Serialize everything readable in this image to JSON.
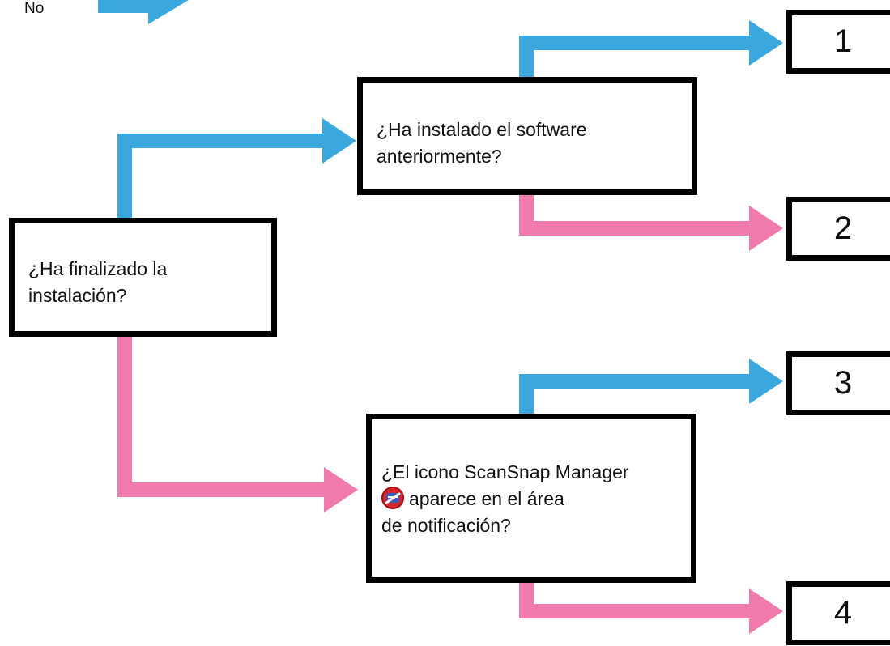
{
  "legend": {
    "no_label": "No",
    "no_color": "#3aa8df"
  },
  "colors": {
    "yes_path": "#f07aac",
    "no_path": "#3aa8df"
  },
  "boxes": {
    "finalizado": {
      "line1": "¿Ha finalizado la",
      "line2": "instalación?"
    },
    "instalado": {
      "line1": "¿Ha instalado el software",
      "line2": "anteriormente?"
    },
    "icono": {
      "line1": "¿El icono ScanSnap Manager",
      "line2": "aparece en el área",
      "line3": "de notificación?",
      "icon": "scansnap-manager-icon"
    },
    "outcome_1": "1",
    "outcome_2": "2",
    "outcome_3": "3",
    "outcome_4": "4"
  }
}
